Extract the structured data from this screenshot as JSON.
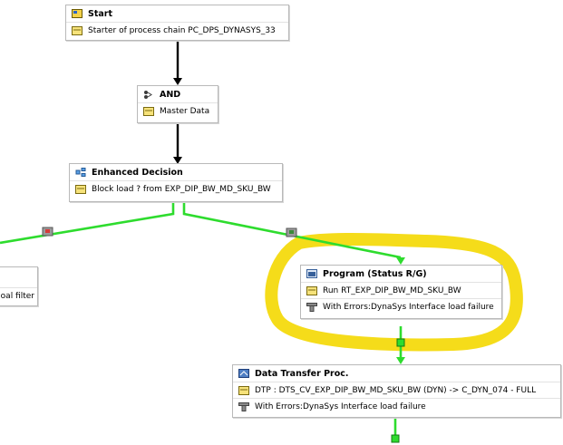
{
  "nodes": {
    "start": {
      "title": "Start",
      "detail": "Starter of process chain PC_DPS_DYNASYS_33"
    },
    "and": {
      "title": "AND",
      "detail": "Master Data"
    },
    "decision": {
      "title": "Enhanced Decision",
      "detail": "Block load ? from EXP_DIP_BW_MD_SKU_BW"
    },
    "left_partial": {
      "detail": "oal filter"
    },
    "program": {
      "title": "Program (Status R/G)",
      "detail": "Run RT_EXP_DIP_BW_MD_SKU_BW",
      "status": "With Errors:DynaSys Interface load failure"
    },
    "dtp": {
      "title": "Data Transfer Proc.",
      "detail": "DTP : DTS_CV_EXP_DIP_BW_MD_SKU_BW (DYN) -> C_DYN_074 - FULL",
      "status": "With Errors:DynaSys Interface load failure"
    }
  },
  "colors": {
    "link_default": "#000000",
    "link_success": "#2edc2e",
    "highlight": "#f5dc1a",
    "node_border": "#b9b9b9"
  },
  "icons": [
    "start-flag-icon",
    "variant-icon",
    "and-icon",
    "decision-icon",
    "program-icon",
    "error-status-icon",
    "dtp-icon"
  ]
}
